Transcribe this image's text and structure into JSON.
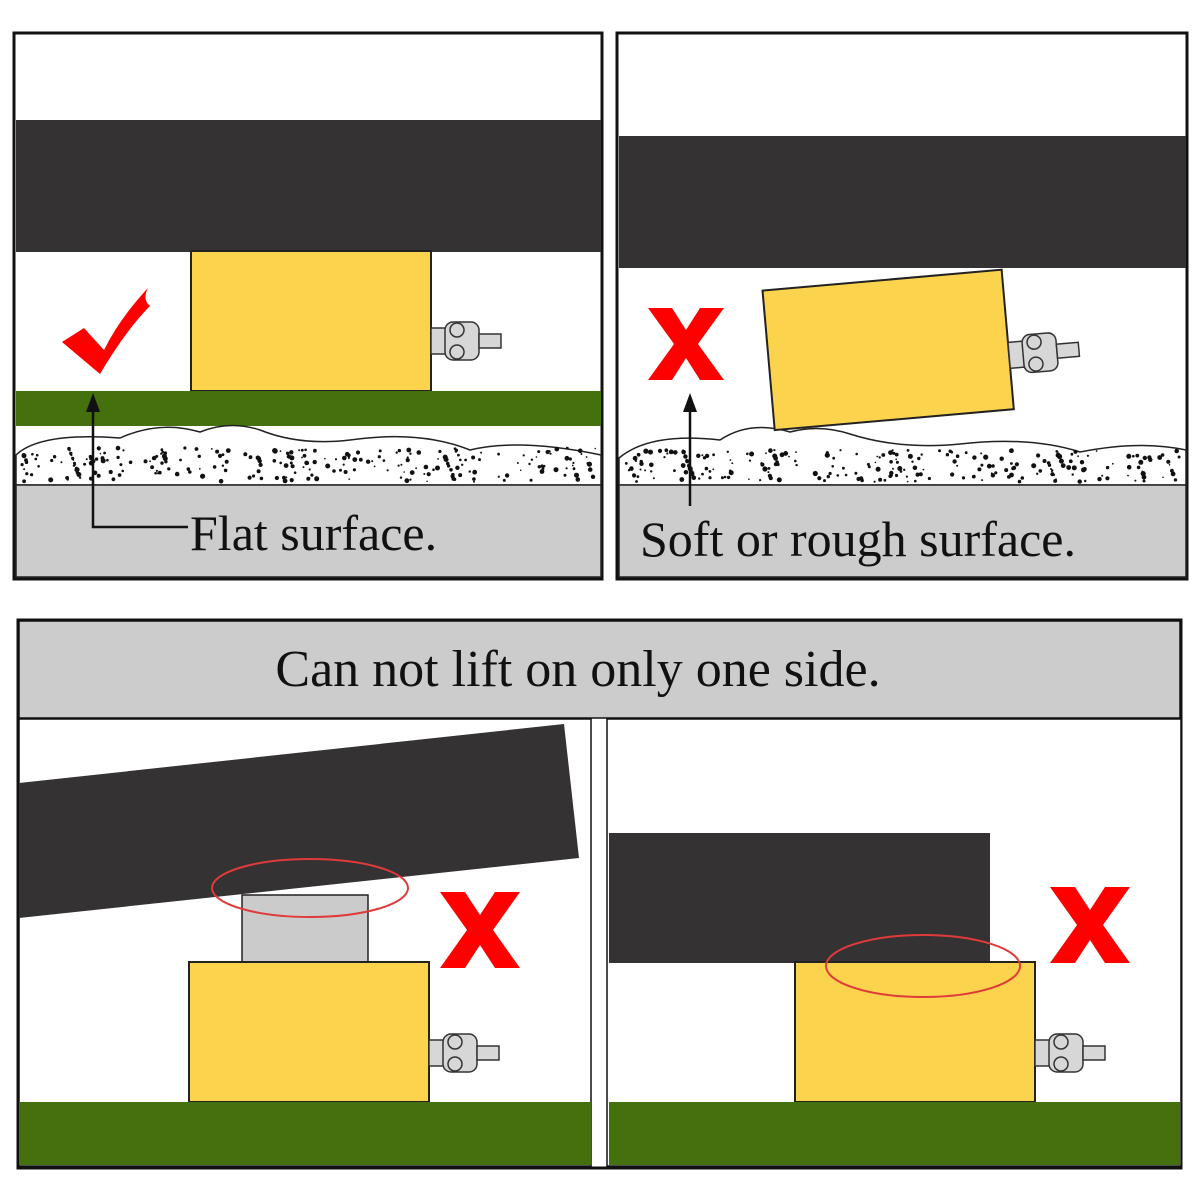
{
  "captions": {
    "flat": "Flat surface.",
    "soft": "Soft or rough surface.",
    "banner": "Can not lift on only one side."
  },
  "marks": {
    "correct": "check",
    "incorrect": "x"
  },
  "colors": {
    "beam": "#353233",
    "jack": "#fcd34d",
    "ground": "#44700e",
    "concrete": "#cccccc",
    "mark": "#ff0000",
    "highlight": "#e03a3a",
    "spacer": "#cbcbcb",
    "fitting": "#d7d7d7"
  },
  "icons": [
    "check-mark-icon",
    "x-mark-icon",
    "arrow-up-icon",
    "hydraulic-fitting-icon"
  ]
}
